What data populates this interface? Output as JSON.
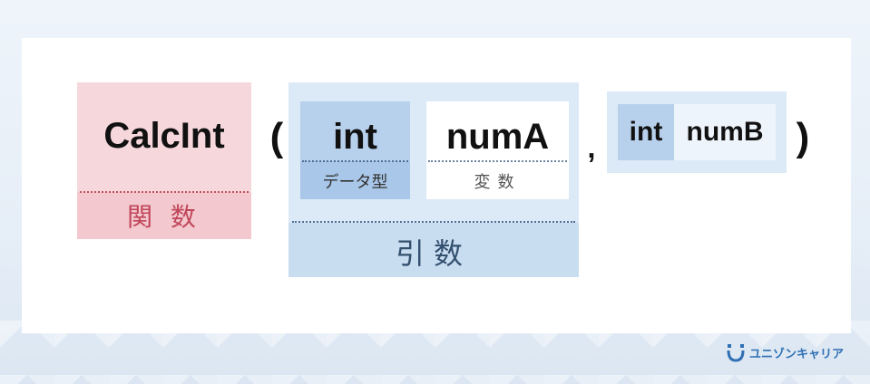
{
  "diagram": {
    "function_name": "CalcInt",
    "function_label": "関 数",
    "open_paren": "(",
    "comma": ",",
    "close_paren": ")",
    "argument1": {
      "type": "int",
      "type_label": "データ型",
      "variable": "numA",
      "variable_label": "変数"
    },
    "argument_label": "引数",
    "argument2": {
      "type": "int",
      "variable": "numB"
    }
  },
  "logo": {
    "text": "ユニゾンキャリア",
    "icon": "smile-u-logo-icon",
    "color": "#2f6fb3"
  },
  "colors": {
    "function_fill": "#f6d8dc",
    "function_text": "#c0465a",
    "argument_fill": "#dce9f6",
    "type_fill": "#b7d0ec"
  }
}
